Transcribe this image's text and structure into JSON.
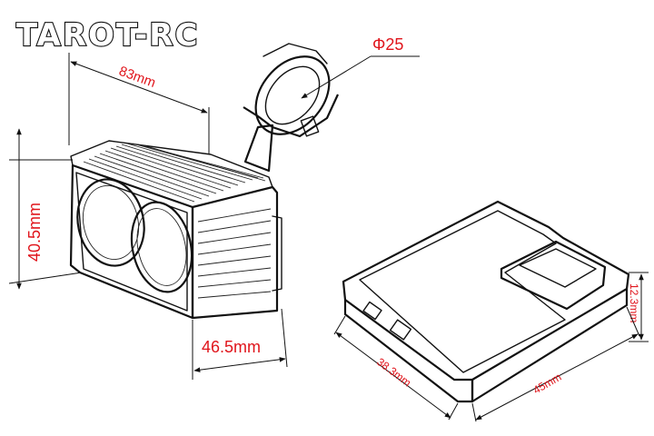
{
  "brand": {
    "logo_text": "TAROT-RC"
  },
  "sensor_dimensions": {
    "length": "83mm",
    "height": "40.5mm",
    "width": "46.5mm",
    "clamp_diameter": "Φ25"
  },
  "module_dimensions": {
    "height": "12.3mm",
    "depth": "38.3mm",
    "length": "45mm"
  },
  "colors": {
    "dimension_text": "#e0141b",
    "line_art": "#111111",
    "background": "#ffffff"
  }
}
